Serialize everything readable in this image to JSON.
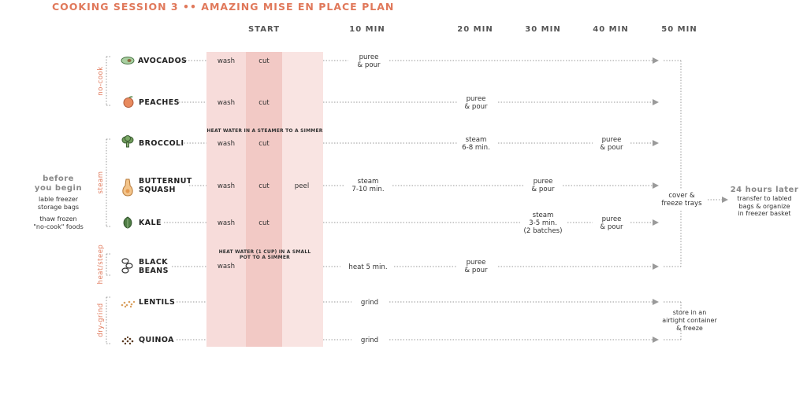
{
  "title": "COOKING SESSION 3 •• AMAZING MISE EN PLACE PLAN",
  "columns": [
    "START",
    "10 MIN",
    "20 MIN",
    "30 MIN",
    "40 MIN",
    "50 MIN"
  ],
  "groups": {
    "no_cook": "no-cook",
    "steam": "steam",
    "heat_steep": "heat/steep",
    "dry_grind": "dry-grind"
  },
  "before": {
    "heading_1": "before",
    "heading_2": "you begin",
    "item_1a": "lable freezer",
    "item_1b": "storage bags",
    "item_2a": "thaw frozen",
    "item_2b": "\"no-cook\" foods"
  },
  "notes": {
    "steamer": "HEAT WATER IN A STEAMER TO A SIMMER",
    "pot_1": "HEAT WATER (1 CUP) IN A SMALL",
    "pot_2": "POT TO A SIMMER"
  },
  "rows": [
    {
      "name_1": "AVOCADOS",
      "name_2": "",
      "icon": "avocado-icon",
      "wash": "wash",
      "cut": "cut",
      "peel": "",
      "step_1a": "puree",
      "step_1b": "& pour",
      "step_2a": "",
      "step_2b": "",
      "step_2c": ""
    },
    {
      "name_1": "PEACHES",
      "name_2": "",
      "icon": "peach-icon",
      "wash": "wash",
      "cut": "cut",
      "peel": "",
      "step_1a": "puree",
      "step_1b": "& pour",
      "step_2a": "",
      "step_2b": "",
      "step_2c": ""
    },
    {
      "name_1": "BROCCOLI",
      "name_2": "",
      "icon": "broccoli-icon",
      "wash": "wash",
      "cut": "cut",
      "peel": "",
      "step_1a": "steam",
      "step_1b": "6-8 min.",
      "step_2a": "puree",
      "step_2b": "& pour",
      "step_2c": ""
    },
    {
      "name_1": "BUTTERNUT",
      "name_2": "SQUASH",
      "icon": "squash-icon",
      "wash": "wash",
      "cut": "cut",
      "peel": "peel",
      "step_1a": "steam",
      "step_1b": "7-10 min.",
      "step_2a": "puree",
      "step_2b": "& pour",
      "step_2c": ""
    },
    {
      "name_1": "KALE",
      "name_2": "",
      "icon": "kale-icon",
      "wash": "wash",
      "cut": "cut",
      "peel": "",
      "step_1a": "steam",
      "step_1b": "3-5 min.",
      "step_1c": "(2 batches)",
      "step_2a": "puree",
      "step_2b": "& pour",
      "step_2c": ""
    },
    {
      "name_1": "BLACK",
      "name_2": "BEANS",
      "icon": "black-beans-icon",
      "wash": "wash",
      "cut": "",
      "peel": "",
      "step_1a": "heat 5 min.",
      "step_1b": "",
      "step_2a": "puree",
      "step_2b": "& pour",
      "step_2c": ""
    },
    {
      "name_1": "LENTILS",
      "name_2": "",
      "icon": "lentils-icon",
      "wash": "",
      "cut": "",
      "peel": "",
      "step_1a": "grind",
      "step_1b": "",
      "step_2a": "",
      "step_2b": "",
      "step_2c": ""
    },
    {
      "name_1": "QUINOA",
      "name_2": "",
      "icon": "quinoa-icon",
      "wash": "",
      "cut": "",
      "peel": "",
      "step_1a": "grind",
      "step_1b": "",
      "step_2a": "",
      "step_2b": "",
      "step_2c": ""
    }
  ],
  "outcomes": {
    "freeze_1": "cover &",
    "freeze_2": "freeze trays",
    "later_heading_1": "24 hours later",
    "later_1": "transfer to labled",
    "later_2": "bags & organize",
    "later_3": "in freezer basket",
    "store_1": "store in an",
    "store_2": "airtight container",
    "store_3": "& freeze"
  },
  "colors": {
    "accent": "#e0785a",
    "band": "#f6d6d3",
    "band_dark": "#f1c4c0",
    "line": "#999999"
  }
}
